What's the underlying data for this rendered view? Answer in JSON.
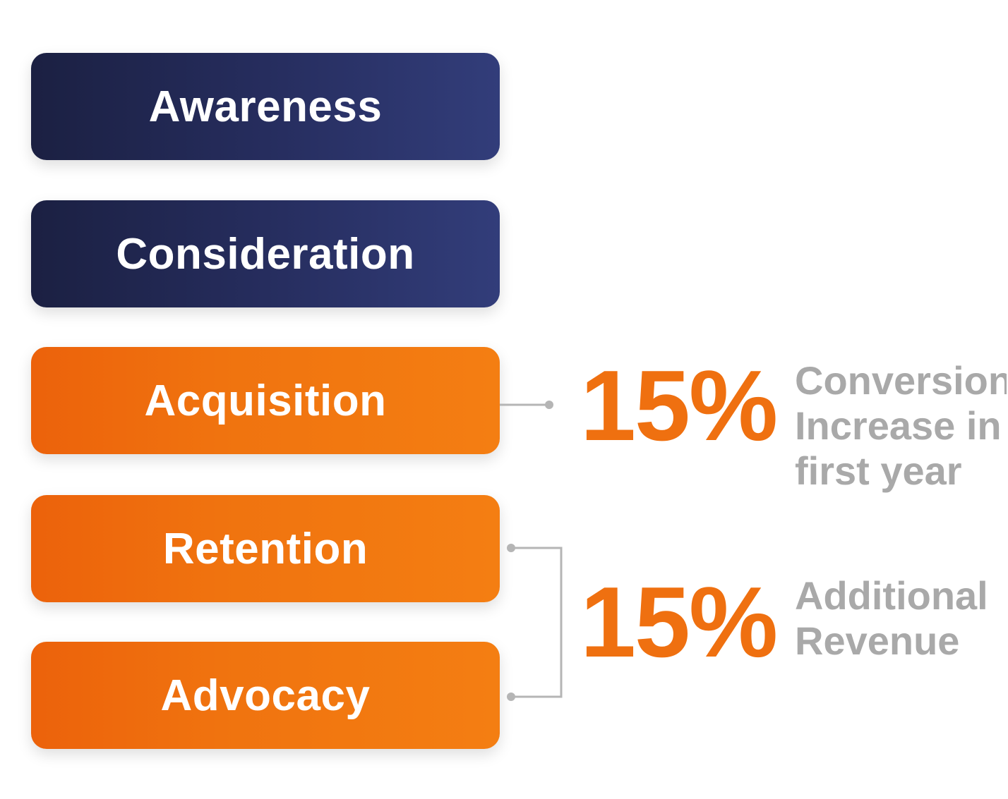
{
  "stages": [
    {
      "label": "Awareness",
      "tone": "dark"
    },
    {
      "label": "Consideration",
      "tone": "dark"
    },
    {
      "label": "Acquisition",
      "tone": "orange"
    },
    {
      "label": "Retention",
      "tone": "orange"
    },
    {
      "label": "Advocacy",
      "tone": "orange"
    }
  ],
  "stats": [
    {
      "value": "15%",
      "caption_lines": [
        "Conversion",
        "Increase in",
        "first year"
      ]
    },
    {
      "value": "15%",
      "caption_lines": [
        "Additional",
        "Revenue"
      ]
    }
  ],
  "colors": {
    "dark_stage": "#262d5e",
    "orange_stage": "#f0730f",
    "stat_value": "#ef7010",
    "caption": "#a9a9a9",
    "connector": "#b5b5b5"
  }
}
